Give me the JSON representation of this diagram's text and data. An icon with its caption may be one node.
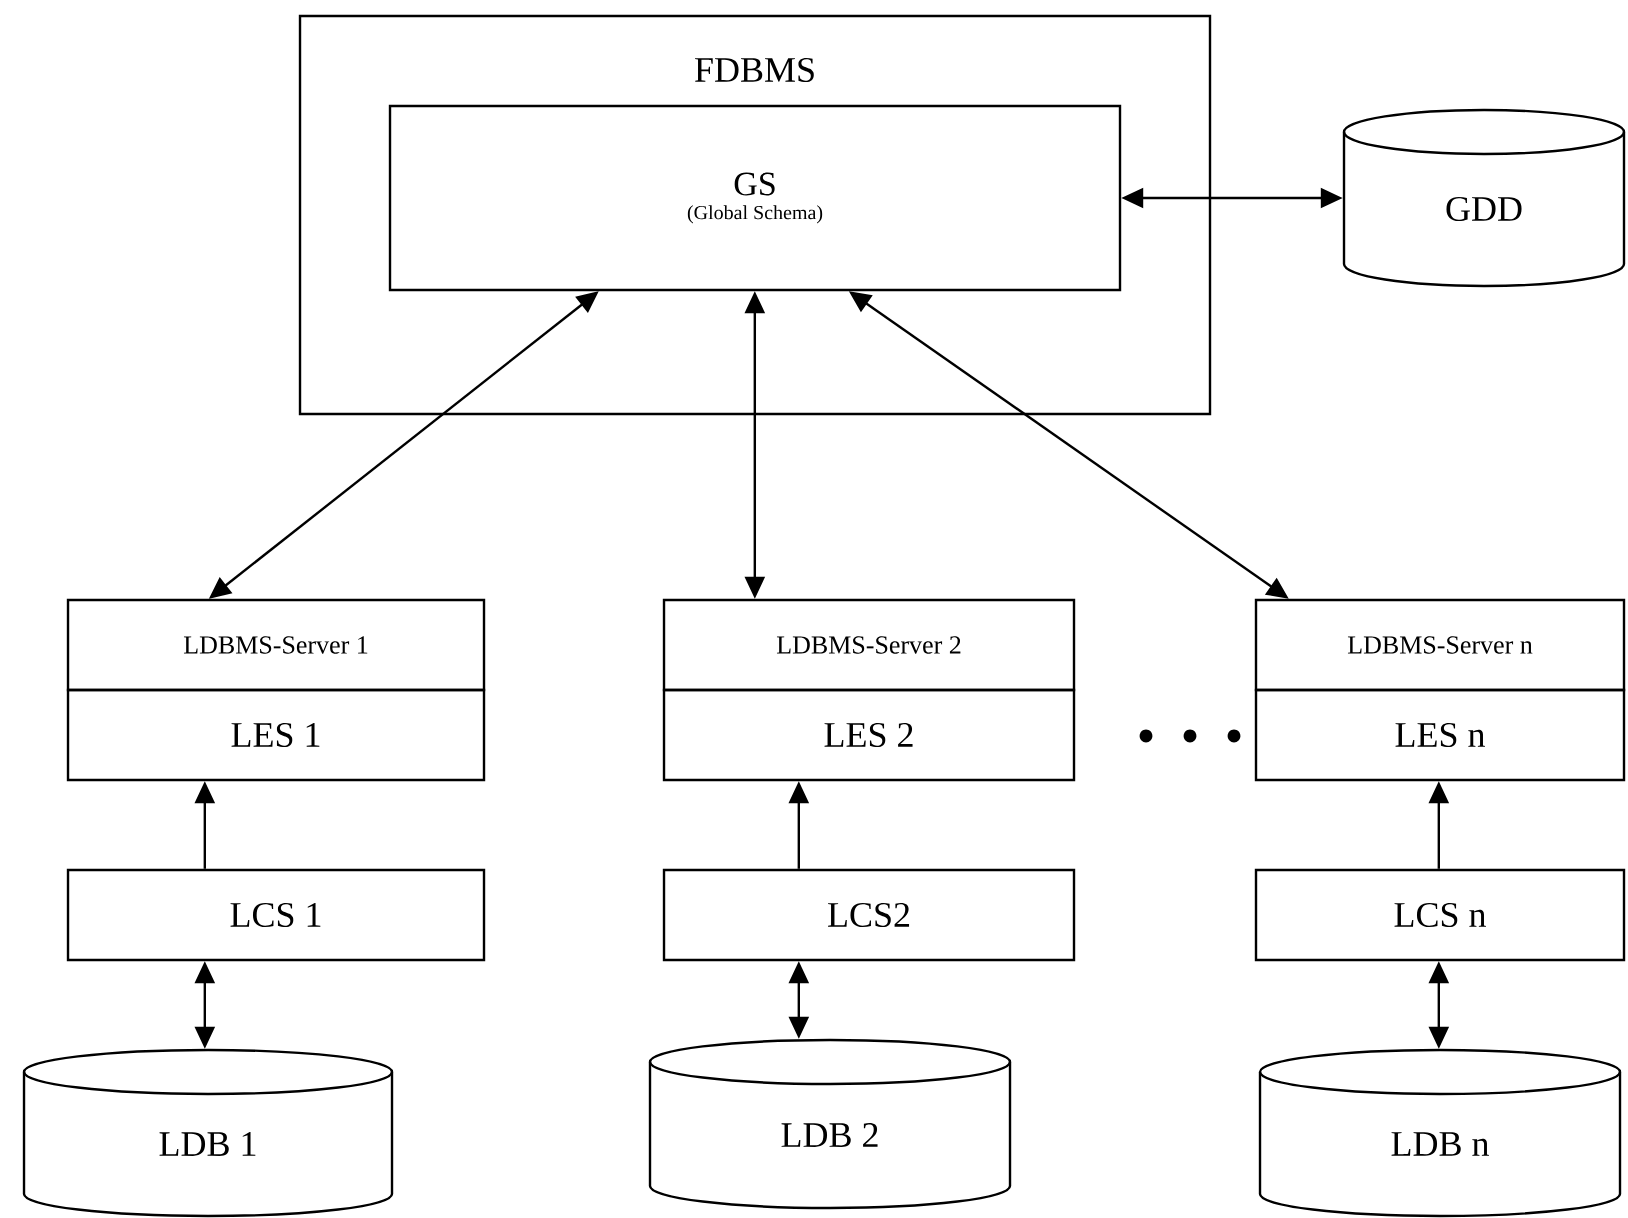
{
  "diagram": {
    "nodes": [
      {
        "text": [
          "FDBMS"
        ]
      },
      {
        "text": [
          "GS",
          "(Global Schema)"
        ],
        "in": 0
      },
      {
        "text": [
          "GDD"
        ]
      },
      {
        "text": [
          "LDBMS-Server 1"
        ]
      },
      {
        "text": [
          "LES 1"
        ]
      },
      {
        "text": [
          "LCS 1"
        ]
      },
      {
        "text": [
          "LDB 1"
        ]
      },
      {
        "text": [
          "LDBMS-Server 2"
        ]
      },
      {
        "text": [
          "LES 2"
        ]
      },
      {
        "text": [
          "LCS2"
        ]
      },
      {
        "text": [
          "LDB 2"
        ]
      },
      {
        "text": [
          "LDBMS-Server n"
        ]
      },
      {
        "text": [
          "LES n"
        ]
      },
      {
        "text": [
          "LCS n"
        ]
      },
      {
        "text": [
          "LDB n"
        ]
      }
    ],
    "edges": [
      {
        "from": 1,
        "to": 2,
        "arrow": "both"
      },
      {
        "from": 1,
        "to": 3,
        "arrow": "both"
      },
      {
        "from": 1,
        "to": 7,
        "arrow": "both"
      },
      {
        "from": 1,
        "to": 11,
        "arrow": "both"
      },
      {
        "from": 5,
        "to": 4,
        "arrow": "to"
      },
      {
        "from": 5,
        "to": 6,
        "arrow": "both"
      },
      {
        "from": 9,
        "to": 8,
        "arrow": "to"
      },
      {
        "from": 9,
        "to": 10,
        "arrow": "both"
      },
      {
        "from": 13,
        "to": 12,
        "arrow": "to"
      },
      {
        "from": 13,
        "to": 14,
        "arrow": "both"
      }
    ]
  }
}
